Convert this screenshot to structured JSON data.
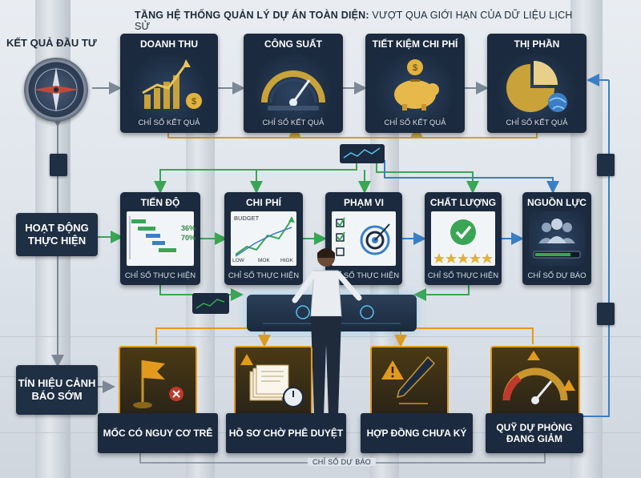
{
  "title": {
    "main": "TẦNG HỆ THỐNG QUẢN LÝ DỰ ÁN TOÀN DIỆN:",
    "sub": " VƯỢT QUA GIỚI HẠN CỦA DỮ LIỆU LỊCH SỬ"
  },
  "side_labels": {
    "results": "KẾT QUẢ ĐẦU TƯ",
    "performance": "HOẠT ĐỘNG THỰC HIỆN",
    "warnings": "TÍN HIỆU CẢNH BÁO SỚM"
  },
  "outcome_cards": [
    {
      "title": "DOANH THU",
      "footer": "CHỈ SỐ KẾT QUẢ",
      "icon": "revenue-chart-icon"
    },
    {
      "title": "CÔNG SUẤT",
      "footer": "CHỈ SỐ KẾT QUẢ",
      "icon": "gauge-icon"
    },
    {
      "title": "TIẾT KIỆM CHI PHÍ",
      "footer": "CHỈ SỐ KẾT QUẢ",
      "icon": "piggy-bank-icon"
    },
    {
      "title": "THỊ PHẦN",
      "footer": "CHỈ SỐ KẾT QUẢ",
      "icon": "pie-globe-icon"
    }
  ],
  "performance_cards": [
    {
      "title": "TIẾN ĐỘ",
      "footer": "CHỈ SỐ THỰC HIỆN",
      "icon": "gantt-icon",
      "values": [
        "36%",
        "70%"
      ]
    },
    {
      "title": "CHI PHÍ",
      "footer": "CHỈ SỐ THỰC HIỆN",
      "icon": "budget-chart-icon",
      "chart_label": "BUDGET",
      "axis": [
        "LOW",
        "MOK",
        "HIGK"
      ]
    },
    {
      "title": "PHẠM VI",
      "footer": "CHỈ SỐ THỰC HIỆN",
      "icon": "checklist-target-icon"
    },
    {
      "title": "CHẤT LƯỢNG",
      "footer": "CHỈ SỐ THỰC HIỆN",
      "icon": "quality-check-icon"
    },
    {
      "title": "NGUỒN LỰC",
      "footer": "CHỈ SỐ DỰ BÁO",
      "icon": "team-icon"
    }
  ],
  "warning_cards": [
    {
      "title": "MỐC CÓ NGUY CƠ TRỄ",
      "icon": "flag-warning-icon"
    },
    {
      "title": "HỒ SƠ CHỜ PHÊ DUYỆT",
      "icon": "documents-stopwatch-icon"
    },
    {
      "title": "HỢP ĐỒNG CHƯA KÝ",
      "icon": "pen-warning-icon"
    },
    {
      "title": "QUỸ DỰ PHÒNG ĐANG GIẢM",
      "icon": "reserve-gauge-icon"
    }
  ],
  "bottom_label": "CHỈ SỐ DỰ BÁO",
  "colors": {
    "navy": "#1b2a3e",
    "gold": "#c9a23a",
    "green": "#3aa655",
    "blue": "#3a7fc4",
    "orange": "#e39a1c",
    "gray_arrow": "#7d8896"
  }
}
